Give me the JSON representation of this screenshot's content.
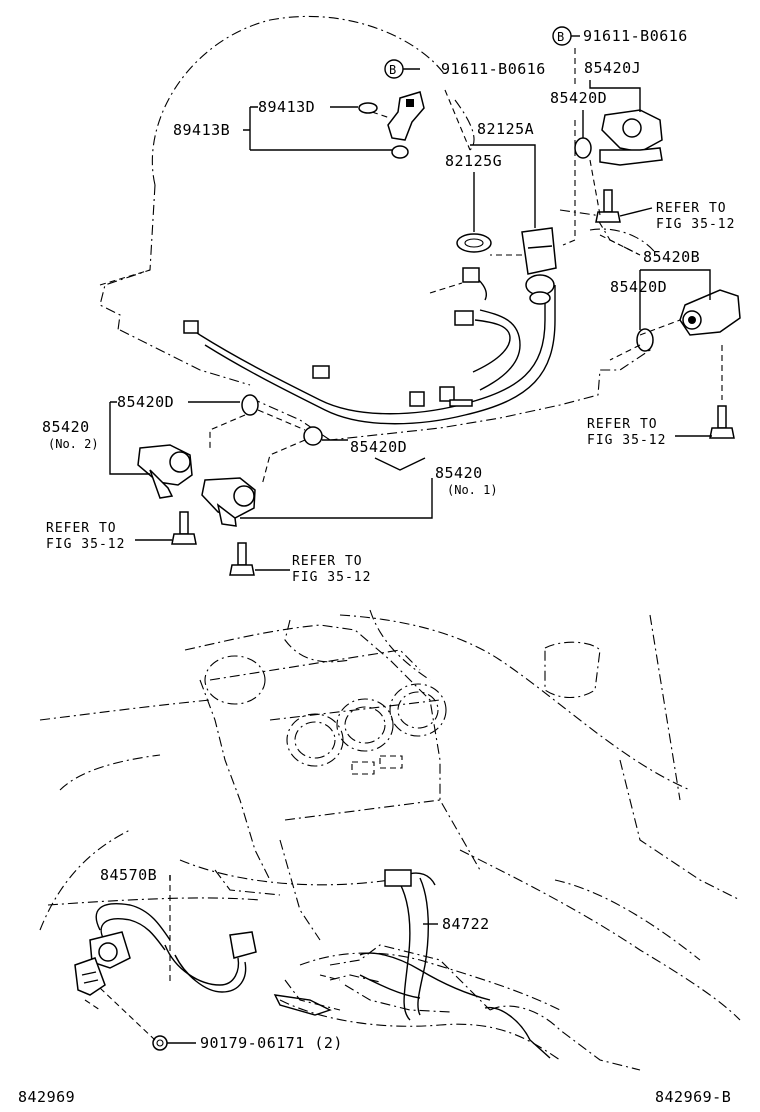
{
  "labels": {
    "p89413D": "89413D",
    "p89413B": "89413B",
    "p91611_left": "91611-B0616",
    "p91611_right": "91611-B0616",
    "marker_b": "B",
    "p85420J": "85420J",
    "p85420D_top": "85420D",
    "p82125A": "82125A",
    "p82125G": "82125G",
    "refer_to": "REFER TO",
    "fig_35_12": "FIG 35-12",
    "p85420B": "85420B",
    "p85420D_right": "85420D",
    "p85420D_left": "85420D",
    "p85420_no2": "85420",
    "no2": "(No. 2)",
    "p85420D_mid": "85420D",
    "p85420_no1": "85420",
    "no1": "(No. 1)",
    "p84570B": "84570B",
    "p84722": "84722",
    "p90179": "90179-06171 (2)",
    "fig_code_left": "842969",
    "fig_code_right": "842969-B"
  },
  "icons": {
    "circle_b": "circled-b-marker-icon",
    "bolt": "bolt-icon",
    "oring": "o-ring-icon",
    "sensor": "sensor-icon",
    "nut": "nut-icon"
  }
}
